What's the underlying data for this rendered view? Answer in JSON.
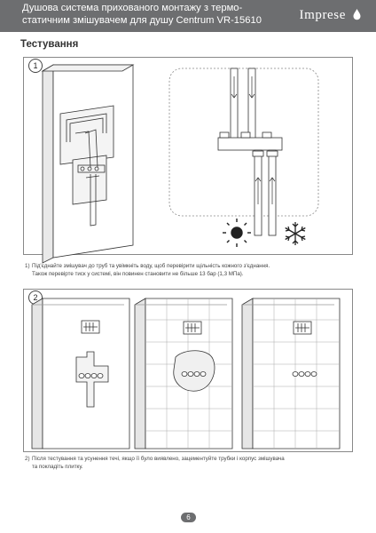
{
  "header": {
    "title_line1": "Душова система прихованого монтажу з термо-",
    "title_line2": "статичним змішувачем для душу Centrum VR-15610",
    "brand": "Imprese"
  },
  "section_title": "Тестування",
  "step1": {
    "number": "1",
    "label": "1)",
    "line1": "Під'єднайте змішувач до труб та увімкніть воду, щоб перевірити щільність кожного з'єднання.",
    "line2": "Також перевірте тиск у системі, він повинен становити не більше 13 бар (1,3 МПа)."
  },
  "step2": {
    "number": "2",
    "label": "2)",
    "line1": "Після тестування та усунення течі, якщо її було виявлено, зацементуйте трубки і корпус змішувача",
    "line2": "та покладіть плитку."
  },
  "page_number": "6",
  "colors": {
    "header_bg": "#6d6e70",
    "border": "#888888",
    "line": "#333333"
  },
  "icons": [
    "drop-icon",
    "sun-icon",
    "snowflake-icon"
  ]
}
